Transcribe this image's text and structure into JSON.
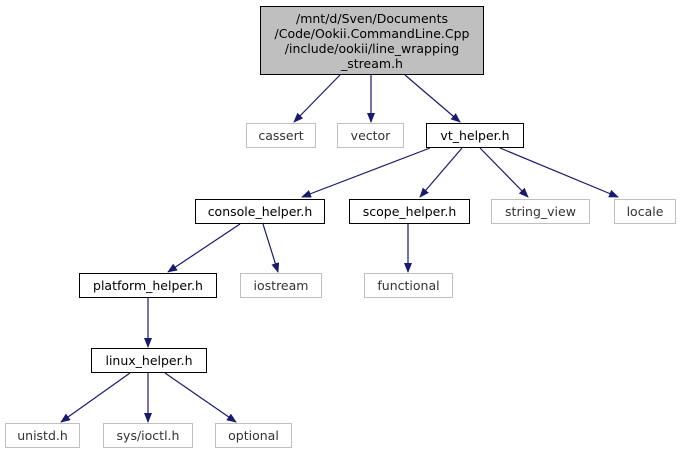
{
  "root": {
    "lines": [
      "/mnt/d/Sven/Documents",
      "/Code/Ookii.CommandLine.Cpp",
      "/include/ookii/line_wrapping",
      "_stream.h"
    ]
  },
  "nodes": {
    "cassert": "cassert",
    "vector": "vector",
    "vt_helper": "vt_helper.h",
    "console_helper": "console_helper.h",
    "scope_helper": "scope_helper.h",
    "string_view": "string_view",
    "locale": "locale",
    "platform_helper": "platform_helper.h",
    "iostream": "iostream",
    "functional": "functional",
    "linux_helper": "linux_helper.h",
    "unistd": "unistd.h",
    "sys_ioctl": "sys/ioctl.h",
    "optional": "optional"
  },
  "colors": {
    "edge": "#191970",
    "root_fill": "#bfbfbf",
    "system_border": "#bfbfbf"
  }
}
